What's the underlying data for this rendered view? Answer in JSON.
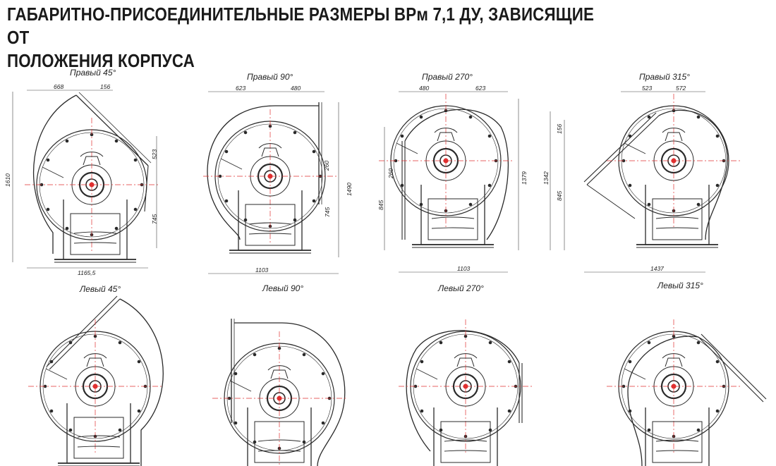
{
  "title_line1": "ГАБАРИТНО-ПРИСОЕДИНИТЕЛЬНЫЕ РАЗМЕРЫ ВРм 7,1 ДУ, ЗАВИСЯЩИЕ ОТ",
  "title_line2": "ПОЛОЖЕНИЯ КОРПУСА",
  "views": {
    "p45": {
      "caption": "Правый 45°",
      "d_top_left": "668",
      "d_top_right": "156",
      "d_height": "1610",
      "d_right_upper": "523",
      "d_right_lower": "745",
      "d_width": "1165,5"
    },
    "p90": {
      "caption": "Правый 90°",
      "d_top_left": "623",
      "d_top_right": "480",
      "d_outlet": "260",
      "d_height": "1490",
      "d_lower": "745",
      "d_width": "1103"
    },
    "p270": {
      "caption": "Правый 270°",
      "d_top_left": "480",
      "d_top_right": "623",
      "d_outlet": "260",
      "d_lower": "845",
      "d_height": "1379",
      "d_width": "1103"
    },
    "p315": {
      "caption": "Правый 315°",
      "d_top_left": "523",
      "d_top_right": "572",
      "d_small": "156",
      "d_height": "1342",
      "d_lower": "845",
      "d_width": "1437"
    },
    "l45": {
      "caption": "Левый 45°"
    },
    "l90": {
      "caption": "Левый 90°"
    },
    "l270": {
      "caption": "Левый 270°"
    },
    "l315": {
      "caption": "Левый 315°"
    }
  },
  "colors": {
    "line": "#2a2a2a",
    "center": "#e03030",
    "text": "#1a1a1a"
  }
}
